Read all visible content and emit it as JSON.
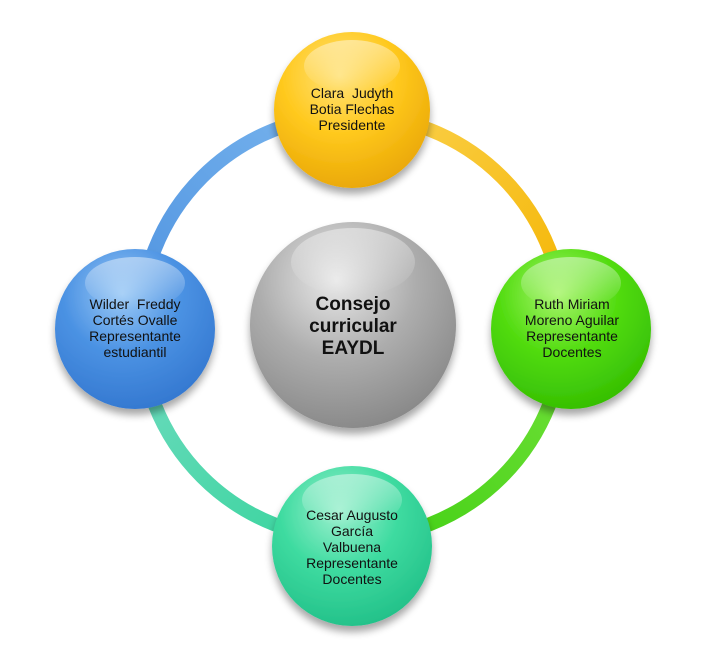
{
  "diagram": {
    "center": {
      "lines": [
        "Consejo",
        "curricular",
        "EAYDL"
      ]
    },
    "nodes": {
      "top": {
        "lines": [
          "Clara  Judyth",
          "Botia Flechas",
          "Presidente"
        ],
        "color": "#f6b800"
      },
      "right": {
        "lines": [
          "Ruth Miriam",
          "Moreno Aguilar",
          "Representante",
          "Docentes"
        ],
        "color": "#3fcf00"
      },
      "bottom": {
        "lines": [
          "Cesar Augusto",
          "García",
          "Valbuena",
          "Representante",
          "Docentes"
        ],
        "color": "#33d39a"
      },
      "left": {
        "lines": [
          "Wilder  Freddy",
          "Cortés Ovalle",
          "Representante",
          "estudiantil"
        ],
        "color": "#3f86d8"
      }
    },
    "colors": {
      "center": "#9a9a9a",
      "ring_top_right": "#f6c21a",
      "ring_right_bottom": "#53d61e",
      "ring_bottom_left": "#4dd3a8",
      "ring_left_top": "#5b9ee6"
    }
  }
}
